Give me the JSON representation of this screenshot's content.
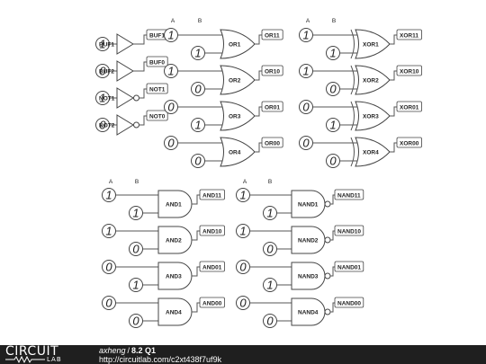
{
  "column_headers": [
    {
      "id": "or",
      "a": "A",
      "b": "B"
    },
    {
      "id": "xor",
      "a": "A",
      "b": "B"
    },
    {
      "id": "and",
      "a": "A",
      "b": "B"
    },
    {
      "id": "nand",
      "a": "A",
      "b": "B"
    }
  ],
  "single_gates": [
    {
      "type": "buf",
      "label": "BUF1",
      "input": "1",
      "output": "BUF1"
    },
    {
      "type": "buf",
      "label": "BUF2",
      "input": "0",
      "output": "BUF0"
    },
    {
      "type": "not",
      "label": "NOT1",
      "input": "1",
      "output": "NOT1"
    },
    {
      "type": "not",
      "label": "NOT2",
      "input": "0",
      "output": "NOT0"
    }
  ],
  "or_gates": [
    {
      "label": "OR1",
      "a": "1",
      "b": "1",
      "output": "OR11"
    },
    {
      "label": "OR2",
      "a": "1",
      "b": "0",
      "output": "OR10"
    },
    {
      "label": "OR3",
      "a": "0",
      "b": "1",
      "output": "OR01"
    },
    {
      "label": "OR4",
      "a": "0",
      "b": "0",
      "output": "OR00"
    }
  ],
  "xor_gates": [
    {
      "label": "XOR1",
      "a": "1",
      "b": "1",
      "output": "XOR11"
    },
    {
      "label": "XOR2",
      "a": "1",
      "b": "0",
      "output": "XOR10"
    },
    {
      "label": "XOR3",
      "a": "0",
      "b": "1",
      "output": "XOR01"
    },
    {
      "label": "XOR4",
      "a": "0",
      "b": "0",
      "output": "XOR00"
    }
  ],
  "and_gates": [
    {
      "label": "AND1",
      "a": "1",
      "b": "1",
      "output": "AND11"
    },
    {
      "label": "AND2",
      "a": "1",
      "b": "0",
      "output": "AND10"
    },
    {
      "label": "AND3",
      "a": "0",
      "b": "1",
      "output": "AND01"
    },
    {
      "label": "AND4",
      "a": "0",
      "b": "0",
      "output": "AND00"
    }
  ],
  "nand_gates": [
    {
      "label": "NAND1",
      "a": "1",
      "b": "1",
      "output": "NAND11"
    },
    {
      "label": "NAND2",
      "a": "1",
      "b": "0",
      "output": "NAND10"
    },
    {
      "label": "NAND3",
      "a": "0",
      "b": "1",
      "output": "NAND01"
    },
    {
      "label": "NAND4",
      "a": "0",
      "b": "0",
      "output": "NAND00"
    }
  ],
  "footer": {
    "logo_circuit": "CIRCUIT",
    "logo_lab": "LAB",
    "author": "axheng",
    "separator": "/",
    "title": "8.2 Q1",
    "url": "http://circuitlab.com/c2xt438f7uf9k"
  },
  "colors": {
    "footer_bg": "#1f1f1f",
    "line": "#444444"
  }
}
